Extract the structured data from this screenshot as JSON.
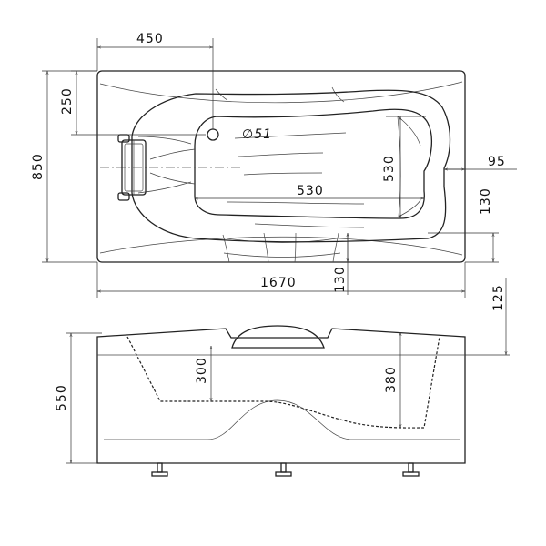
{
  "top_view": {
    "dim_450": "450",
    "dim_250": "250",
    "dim_850": "850",
    "drain_label": "∅51",
    "dim_530_vertical": "530",
    "dim_530_horizontal": "530",
    "dim_95": "95",
    "dim_130_right": "130",
    "dim_130_bottom": "130",
    "dim_1670": "1670"
  },
  "side_view": {
    "dim_125": "125",
    "dim_300": "300",
    "dim_380": "380",
    "dim_550": "550"
  }
}
